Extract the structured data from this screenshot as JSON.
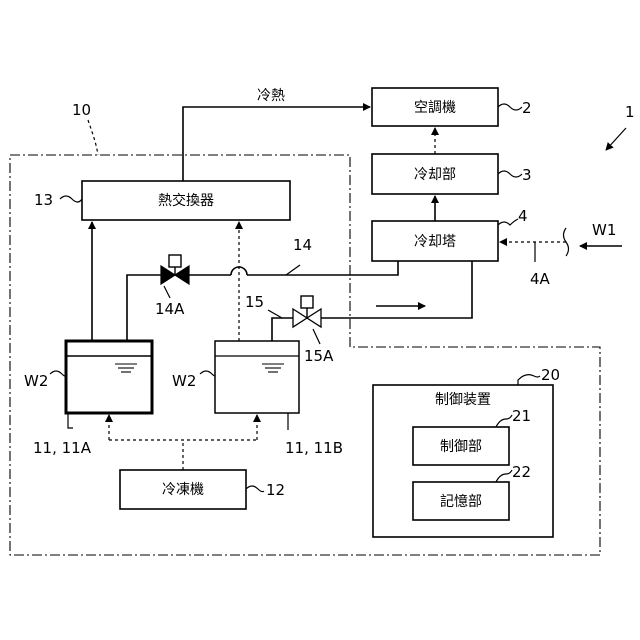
{
  "figure": {
    "labels": {
      "air_conditioner": "空調機",
      "cooling_unit": "冷却部",
      "cooling_tower": "冷却塔",
      "heat_exchanger": "熱交換器",
      "refrigerator": "冷凍機",
      "control_device": "制御装置",
      "control_unit": "制御部",
      "storage_unit": "記憶部",
      "cold_heat": "冷熱"
    },
    "refs": {
      "system": "1",
      "air_conditioner": "2",
      "cooling_unit": "3",
      "cooling_tower": "4",
      "outside_air": "4A",
      "subsystem": "10",
      "tank_a": "11, 11A",
      "tank_b": "11, 11B",
      "refrigerator": "12",
      "heat_exchanger": "13",
      "pipe_14": "14",
      "valve_14a": "14A",
      "pipe_15": "15",
      "valve_15a": "15A",
      "control_device": "20",
      "control_unit": "21",
      "storage_unit": "22",
      "water_a": "W2",
      "water_b": "W2",
      "wind": "W1"
    }
  }
}
